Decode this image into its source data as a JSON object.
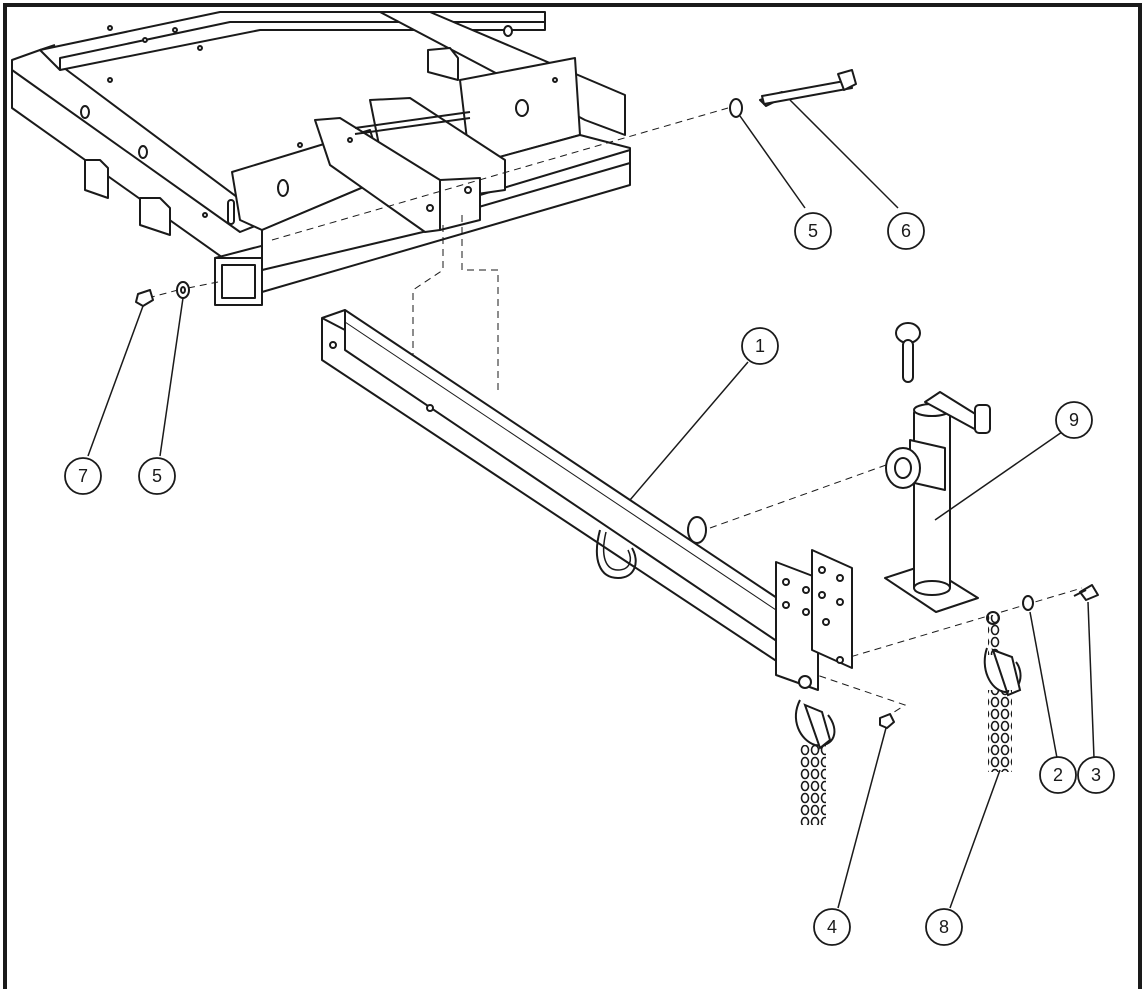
{
  "diagram": {
    "callouts": [
      {
        "id": "c1",
        "label": "1"
      },
      {
        "id": "c2",
        "label": "2"
      },
      {
        "id": "c3",
        "label": "3"
      },
      {
        "id": "c4",
        "label": "4"
      },
      {
        "id": "c5a",
        "label": "5"
      },
      {
        "id": "c5b",
        "label": "5"
      },
      {
        "id": "c6",
        "label": "6"
      },
      {
        "id": "c7",
        "label": "7"
      },
      {
        "id": "c8",
        "label": "8"
      },
      {
        "id": "c9",
        "label": "9"
      }
    ],
    "colors": {
      "line": "#1a1a1a",
      "background": "#ffffff",
      "border": "#1a1a1a"
    }
  }
}
